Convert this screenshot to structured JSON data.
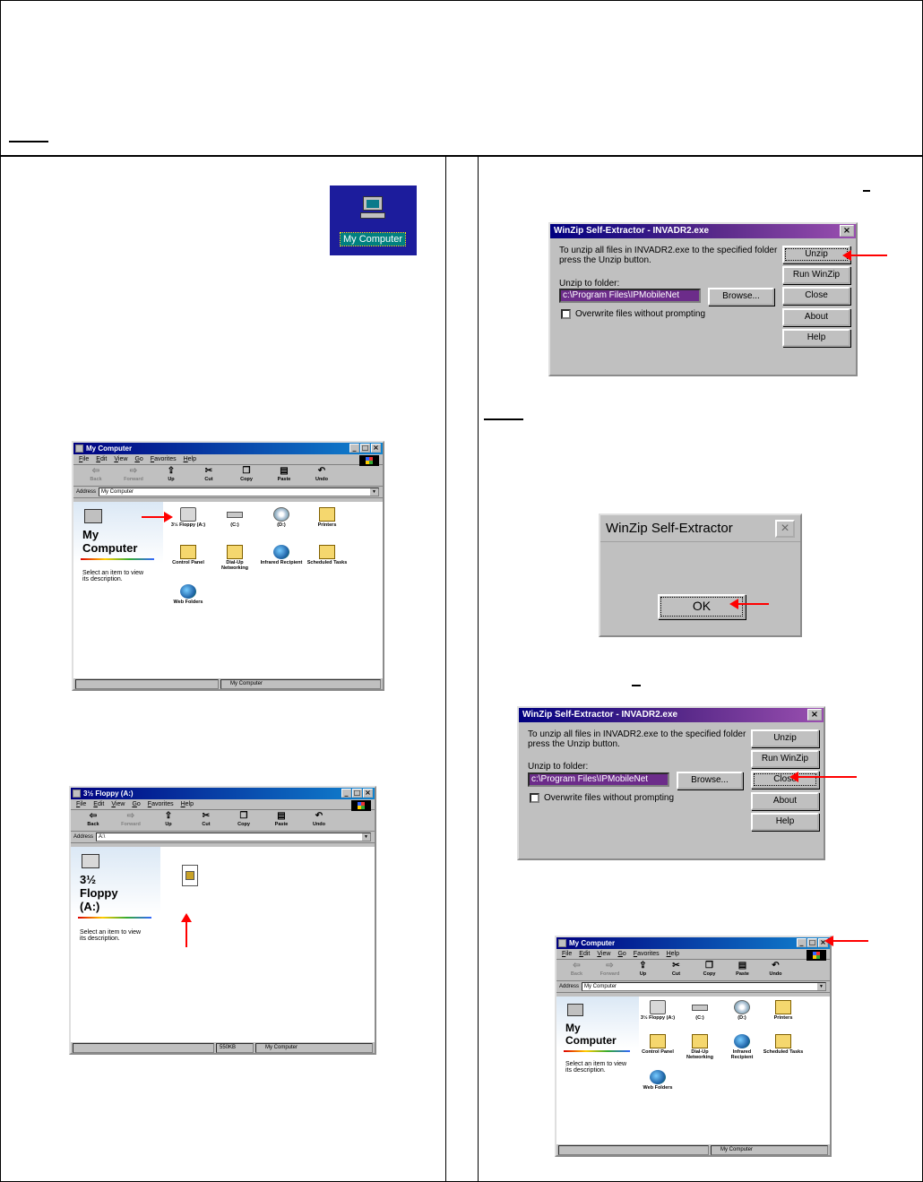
{
  "desktop_icon": {
    "label": "My Computer"
  },
  "mycomputer_window": {
    "title": "My Computer",
    "menu": [
      "File",
      "Edit",
      "View",
      "Go",
      "Favorites",
      "Help"
    ],
    "toolbar": [
      "Back",
      "Forward",
      "Up",
      "Cut",
      "Copy",
      "Paste",
      "Undo"
    ],
    "address_label": "Address",
    "address_value": "My Computer",
    "side_title_1": "My",
    "side_title_2": "Computer",
    "side_desc": "Select an item to view its description.",
    "items": [
      "3½ Floppy (A:)",
      "(C:)",
      "(D:)",
      "Printers",
      "Control Panel",
      "Dial-Up Networking",
      "Infrared Recipient",
      "Scheduled Tasks",
      "Web Folders"
    ],
    "status": "My Computer"
  },
  "floppy_window": {
    "title": "3½ Floppy (A:)",
    "menu": [
      "File",
      "Edit",
      "View",
      "Go",
      "Favorites",
      "Help"
    ],
    "toolbar": [
      "Back",
      "Forward",
      "Up",
      "Cut",
      "Copy",
      "Paste",
      "Undo"
    ],
    "address_label": "Address",
    "address_value": "A:\\",
    "side_title_1": "3½",
    "side_title_2": "Floppy",
    "side_title_3": "(A:)",
    "side_desc": "Select an item to view its description.",
    "status_size": "550KB",
    "status": "My Computer"
  },
  "winzip_dialog": {
    "title": "WinZip Self-Extractor - INVADR2.exe",
    "instruction": "To unzip all files in INVADR2.exe to the specified folder press the Unzip button.",
    "folder_label": "Unzip to folder:",
    "folder_value": "c:\\Program Files\\IPMobileNet",
    "browse": "Browse...",
    "overwrite": "Overwrite files without prompting",
    "unzip": "Unzip",
    "run_winzip": "Run WinZip",
    "close": "Close",
    "about": "About",
    "help": "Help"
  },
  "ok_dialog": {
    "title": "WinZip Self-Extractor",
    "ok": "OK"
  },
  "colors": {
    "arrow": "#ff0000",
    "titlebar": "#000080",
    "desktop": "#1c1c9c"
  }
}
